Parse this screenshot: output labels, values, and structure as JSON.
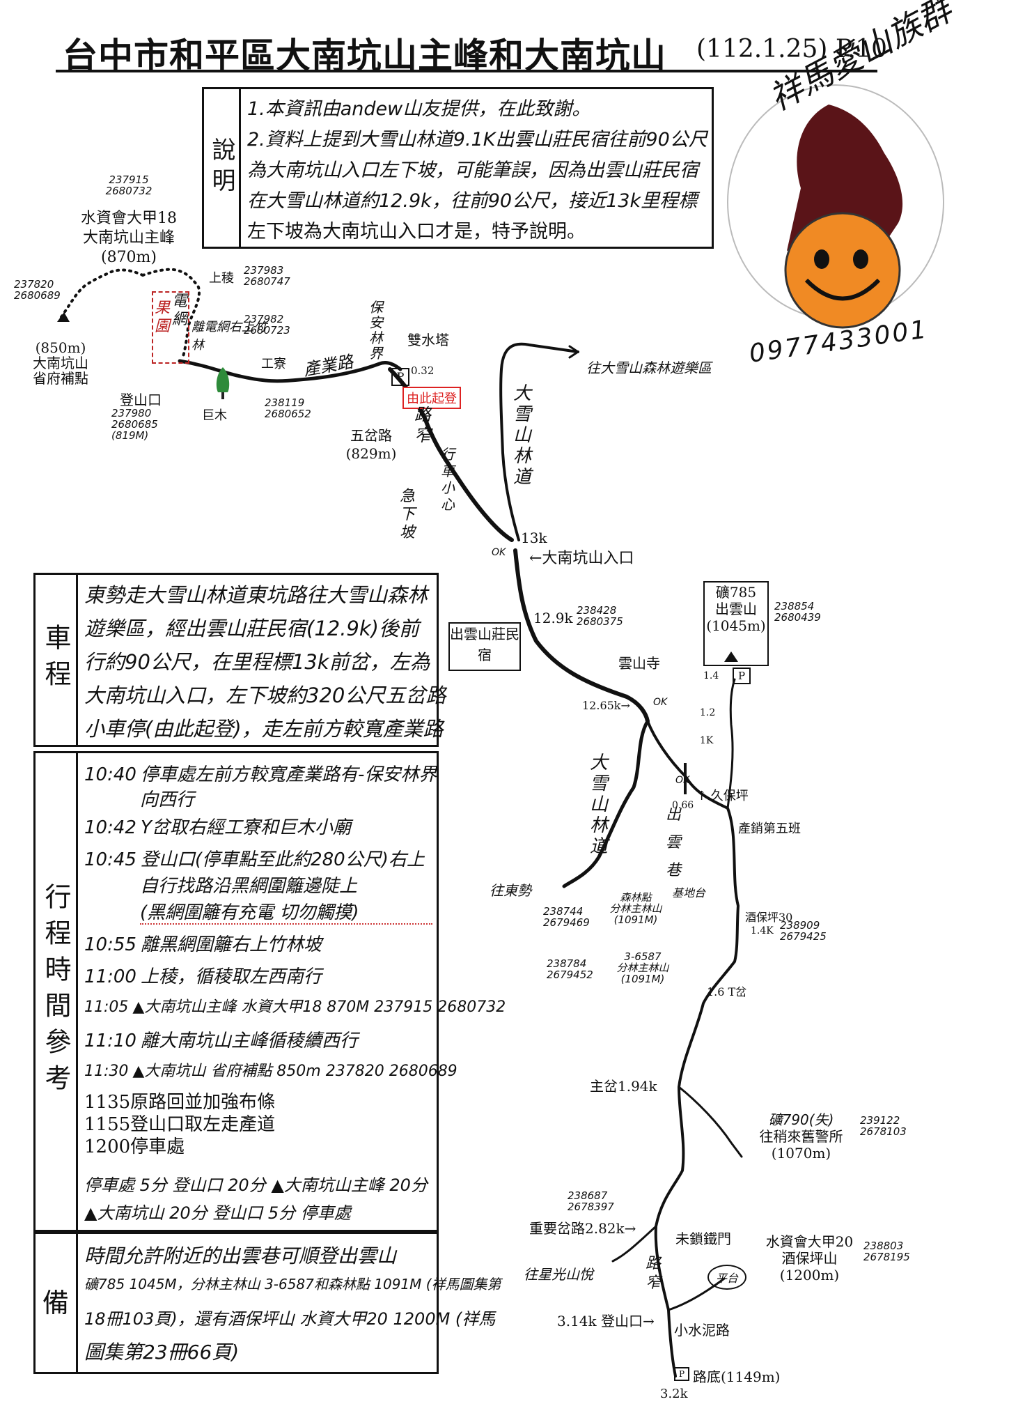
{
  "title": "台中市和平區大南坑山主峰和大南坑山",
  "title_date": "(112.1.25) P.10",
  "explain": {
    "label": "說明",
    "lines": [
      "1.本資訊由andew山友提供，在此致謝。",
      "2.資料上提到大雪山林道9.1K出雲山莊民宿往前90公尺",
      "為大南坑山入口左下坡，可能筆誤，因為出雲山莊民宿",
      "在大雪山林道約12.9k，往前90公尺，接近13k里程標",
      "左下坡為大南坑山入口才是，特予說明。"
    ]
  },
  "logo": {
    "name": "祥馬愛山族群",
    "phone": "0977433001"
  },
  "drive": {
    "label": "車程",
    "lines": [
      "東勢走大雪山林道東坑路往大雪山森林",
      "遊樂區，經出雲山莊民宿(12.9k)後前",
      "行約90公尺，在里程標13k前岔，左為",
      "大南坑山入口，左下坡約320公尺五岔路",
      "小車停(由此起登)，走左前方較寬產業路"
    ]
  },
  "schedule": {
    "label": "行程時間參考",
    "items": [
      {
        "time": "10:40",
        "text": "停車處左前方較寬產業路有-保安林界"
      },
      {
        "time": "",
        "text": "向西行"
      },
      {
        "time": "10:42",
        "text": "Y岔取右經工寮和巨木小廟"
      },
      {
        "time": "10:45",
        "text": "登山口(停車點至此約280公尺)右上"
      },
      {
        "time": "",
        "text": "自行找路沿黑網圍籬邊陡上"
      },
      {
        "time": "",
        "text": "(黑網圍籬有充電 切勿觸摸)"
      },
      {
        "time": "10:55",
        "text": "離黑網圍籬右上竹林坡"
      },
      {
        "time": "11:00",
        "text": "上稜，循稜取左西南行"
      },
      {
        "time": "11:05",
        "text": "▲大南坑山主峰 水資大甲18 870M 237915 2680732"
      },
      {
        "time": "11:10",
        "text": "離大南坑山主峰循稜續西行"
      },
      {
        "time": "11:30",
        "text": "▲大南坑山 省府補點 850m 237820 2680689"
      }
    ],
    "extra": [
      "1135原路回並加強布條",
      "1155登山口取左走產道",
      "1200停車處"
    ],
    "summary_1": "停車處 5分 登山口 20分 ▲大南坑山主峰 20分",
    "summary_2": "▲大南坑山 20分 登山口 5分 停車處"
  },
  "remarks": {
    "label": "備",
    "lines": [
      "時間允許附近的出雲巷可順登出雲山",
      "礦785 1045M，分林主林山 3-6587和森林點 1091M (祥馬圖集第",
      "18冊103頁)，還有酒保坪山 水資大甲20 1200M (祥馬",
      "圖集第23冊66頁)"
    ]
  },
  "map": {
    "main_peak": {
      "lines": [
        "237915",
        "2680732",
        "水資會大甲18",
        "大南坑山主峰",
        "(870m)"
      ]
    },
    "peak": {
      "coords": [
        "237820",
        "2680689"
      ],
      "lines": [
        "(850m)",
        "大南坑山",
        "省府補點"
      ]
    },
    "ridge_up": "上稜",
    "ridge_up_coords": [
      "237983",
      "2680747"
    ],
    "fence": [
      "果",
      "園",
      "電",
      "網"
    ],
    "leave_fence": "離電網右上竹林",
    "leave_fence_coords": [
      "237982",
      "2680723"
    ],
    "trailhead": "登山口",
    "trailhead_coords": [
      "237980",
      "2680685",
      "(819M)"
    ],
    "tree": "巨木",
    "shed": "工寮",
    "shed_coords": [
      "238119",
      "2680652"
    ],
    "road_industry": "產業路",
    "forest_boundary": "保安林界",
    "water_tower": "雙水塔",
    "dist_032": "0.32",
    "start": "由此起登",
    "junction5": [
      "五岔路",
      "(829m)"
    ],
    "narrow": "路窄",
    "careful": "行車小心",
    "steep": "急下坡",
    "forest_road_upper": "大雪山林道",
    "to_forest_area": "往大雪山森林遊樂區",
    "k13": "13k",
    "ok_entry": "OK",
    "entry": "←大南坑山入口",
    "k129": "12.9k",
    "k129_coords": [
      "238428",
      "2680375"
    ],
    "lodge": "出雲山莊民宿",
    "mine_peak": {
      "lines": [
        "礦785",
        "出雲山",
        "(1045m)"
      ],
      "coords": [
        "238854",
        "2680439"
      ],
      "parking": "P",
      "dist": "1.4"
    },
    "temple": "雲山寺",
    "k1265": "12.65k→",
    "ok_mid": "OK",
    "forest_road_lower": "大雪山林道",
    "to_dongshi": "往東勢",
    "chuyun_lane": "出雲巷",
    "d12": "1.2",
    "d1k": "1K",
    "ok_lane": "OK",
    "baoping": "↑ 久保坪",
    "d066": "0.66",
    "team5": "產銷第五班",
    "base": "基地台",
    "forest_point": {
      "lines": [
        "森林點",
        "分林主林山",
        "(1091M)"
      ],
      "coords": [
        "238744",
        "2679469"
      ]
    },
    "jiuping": {
      "text": "酒保坪30",
      "dist": "1.4K",
      "coords": [
        "238909",
        "2679425"
      ]
    },
    "fenlin": {
      "lines": [
        "3-6587",
        "分林主林山",
        "(1091M)"
      ],
      "coords": [
        "238784",
        "2679452"
      ]
    },
    "d16": "1.6 T岔",
    "main_fork": "主岔1.94k",
    "police": {
      "lines": [
        "礦790(失)",
        "往稍來舊警所",
        "(1070m)"
      ],
      "coords": [
        "239122",
        "2678103"
      ]
    },
    "key_fork": "重要岔路2.82k→",
    "key_fork_coords": [
      "238687",
      "2678397"
    ],
    "gate": "未鎖鐵門",
    "to_star": "往星光山悅",
    "narrow2": "路窄",
    "wine_peak": {
      "lines": [
        "水資會大甲20",
        "酒保坪山",
        "(1200m)"
      ],
      "coords": [
        "238803",
        "2678195"
      ]
    },
    "platform": "平台",
    "k314": "3.14k 登山口→",
    "cement": "小水泥路",
    "road_end": "路底(1149m)",
    "k32": "3.2k"
  }
}
